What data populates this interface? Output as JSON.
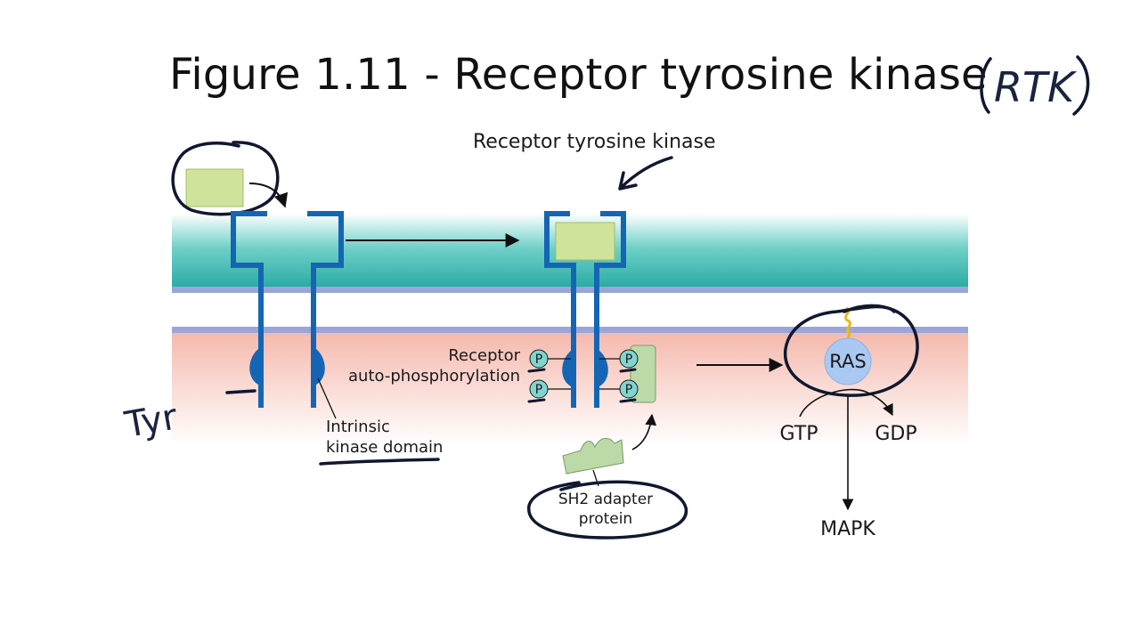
{
  "slide": {
    "title": "Figure 1.11 - Receptor tyrosine kinase",
    "title_annotation": "RTK"
  },
  "labels": {
    "receptor_name": "Receptor tyrosine kinase",
    "autophos_line1": "Receptor",
    "autophos_line2": "auto-phosphorylation",
    "kinase_line1": "Intrinsic",
    "kinase_line2": "kinase domain",
    "sh2_line1": "SH2 adapter",
    "sh2_line2": "protein",
    "ras": "RAS",
    "gtp": "GTP",
    "gdp": "GDP",
    "mapk": "MAPK",
    "phosphate": "P",
    "tyr_annotation": "Tyr"
  },
  "colors": {
    "receptor_blue": "#1565b5",
    "ligand_green": "#cfe39a",
    "membrane_teal": "#2fb3ad",
    "cytoplasm_pink": "#f6c9c0",
    "membrane_line": "#9aa6d8",
    "ras_blue": "#a9c8f2",
    "phosphate_teal": "#7fd6d0",
    "sh2_green": "#bcd9a8",
    "ink": "#101830",
    "lipid_yellow": "#e8b820"
  }
}
